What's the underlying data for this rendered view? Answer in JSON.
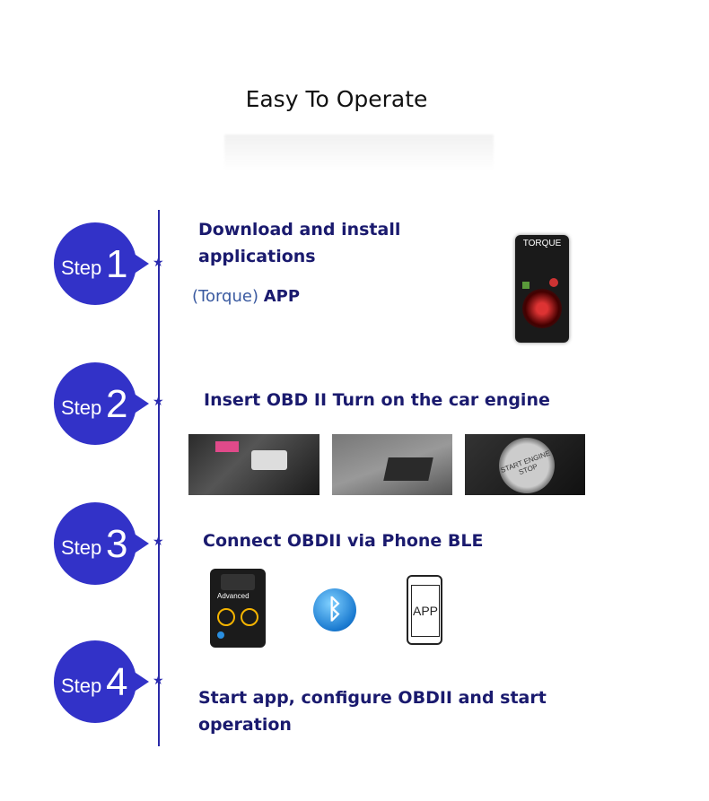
{
  "header": {
    "title": "Easy To Operate"
  },
  "steps": [
    {
      "word": "Step",
      "num": "1",
      "text_line1": "Download and install",
      "text_line2": "applications"
    },
    {
      "word": "Step",
      "num": "2",
      "text": "Insert OBD II Turn on the car engine"
    },
    {
      "word": "Step",
      "num": "3",
      "text": "Connect OBDII via Phone BLE"
    },
    {
      "word": "Step",
      "num": "4",
      "text_line1": "Start app, configure OBDII and start",
      "text_line2": "operation"
    }
  ],
  "app": {
    "name": "(Torque)",
    "suffix": "APP"
  },
  "torque_phone": {
    "label": "TORQUE"
  },
  "ignition": {
    "button_text": "START ENGINE STOP"
  },
  "obd_device": {
    "label": "Advanced"
  },
  "bluetooth": {
    "icon": "bluetooth-icon"
  },
  "app_phone": {
    "label": "APP"
  },
  "colors": {
    "accent": "#3232c8",
    "text": "#1a1a6e",
    "timeline": "#2a2aa8"
  }
}
